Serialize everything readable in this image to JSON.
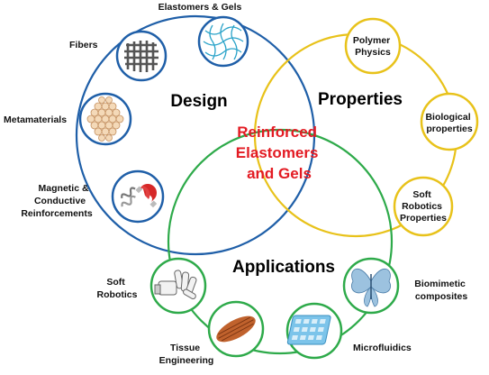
{
  "center": {
    "lines": [
      "Reinforced",
      "Elastomers",
      "and Gels"
    ],
    "color": "#e31b23"
  },
  "sections": {
    "design": "Design",
    "properties": "Properties",
    "applications": "Applications"
  },
  "colors": {
    "design": "#1f5fa8",
    "properties": "#e8c21a",
    "applications": "#2eaa4a"
  },
  "design_items": [
    {
      "label": [
        "Elastomers & Gels"
      ],
      "icon": "polymer-network-icon"
    },
    {
      "label": [
        "Fibers"
      ],
      "icon": "fiber-mesh-icon"
    },
    {
      "label": [
        "Metamaterials"
      ],
      "icon": "honeycomb-lattice-icon"
    },
    {
      "label": [
        "Magnetic &",
        "Conductive",
        "Reinforcements"
      ],
      "icon": "magnet-spring-icon"
    }
  ],
  "properties_items": [
    {
      "label": [
        "Polymer",
        "Physics"
      ]
    },
    {
      "label": [
        "Biological",
        "properties"
      ]
    },
    {
      "label": [
        "Soft",
        "Robotics",
        "Properties"
      ]
    }
  ],
  "application_items": [
    {
      "label": [
        "Soft",
        "Robotics"
      ],
      "icon": "robot-hand-icon"
    },
    {
      "label": [
        "Tissue",
        "Engineering"
      ],
      "icon": "muscle-fiber-icon"
    },
    {
      "label": [
        "Microfluidics"
      ],
      "icon": "microfluidic-chip-icon"
    },
    {
      "label": [
        "Biomimetic",
        "composites"
      ],
      "icon": "butterfly-icon"
    }
  ]
}
